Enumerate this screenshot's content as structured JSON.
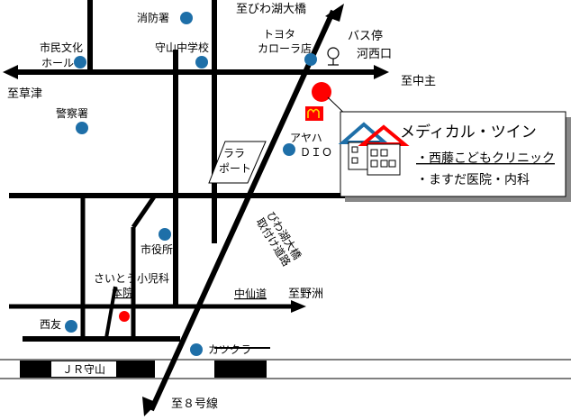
{
  "directions": {
    "north": "至びわ湖大橋",
    "south": "至８号線",
    "west": "至草津",
    "east": "至中主",
    "east_lower": "至野洲"
  },
  "landmarks": {
    "fire_station": "消防署",
    "moriyama_jhs": "守山中学校",
    "toyota": [
      "トヨタ",
      "カローラ店"
    ],
    "bus_stop": [
      "バス停",
      "河西口"
    ],
    "civic_hall": [
      "市民文化",
      "ホール"
    ],
    "police": "警察署",
    "ayaha": [
      "アヤハ",
      "ＤＩＯ"
    ],
    "lalaport": [
      "ララ",
      "ポート"
    ],
    "city_hall": "市役所",
    "saito_clinic": [
      "さいとう小児科",
      "本院"
    ],
    "nakasendo": "中仙道",
    "nishitomo": "西友",
    "katsukura": "カツクラ",
    "jr_moriyama": "ＪＲ守山",
    "bypass": [
      "びわ湖大橋",
      "取付け道路"
    ]
  },
  "info_box": {
    "title": "メディカル・ツイン",
    "items": [
      "・西藤こどもクリニック",
      "・ますだ医院・内科"
    ]
  },
  "colors": {
    "landmark_dot": "#1e6fa8",
    "destination": "#ff0000",
    "house_left": "#1e6fa8",
    "house_right": "#ff0000",
    "road": "#000000"
  }
}
